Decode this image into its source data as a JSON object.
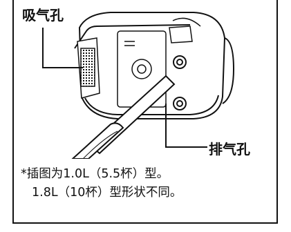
{
  "labels": {
    "intake": "吸气孔",
    "exhaust": "排气孔"
  },
  "notes": {
    "line1": "*插图为1.0L（5.5杯）型。",
    "line2": "1.8L（10杯）型形状不同。"
  },
  "colors": {
    "ink": "#111111",
    "background": "#ffffff"
  }
}
